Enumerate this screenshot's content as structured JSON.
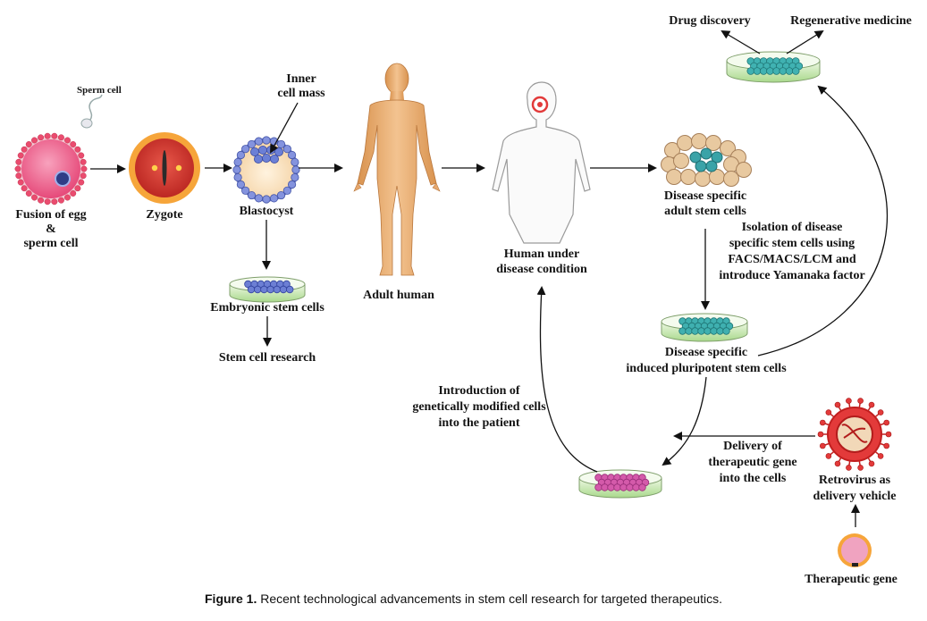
{
  "colors": {
    "egg": "#ee5e86",
    "egg_ring": "#f0c4d0",
    "zygote": "#d9352e",
    "zygote_ring": "#f6a53a",
    "stem_blue": "#5b6fc8",
    "teal": "#3aa3a8",
    "dish": "#bfe3a5",
    "skin": "#e9b27b",
    "pink_cells": "#d24fa8",
    "virus": "#dd2a2a",
    "adult_cell": "#e5c59c"
  },
  "labels": {
    "sperm_cell": "Sperm cell",
    "fusion_line1": "Fusion of egg",
    "fusion_line2": "&",
    "fusion_line3": "sperm cell",
    "zygote": "Zygote",
    "inner_line1": "Inner",
    "inner_line2": "cell mass",
    "blastocyst": "Blastocyst",
    "embryonic": "Embryonic stem cells",
    "stem_research": "Stem cell research",
    "adult_human": "Adult human",
    "human_disease_line1": "Human under",
    "human_disease_line2": "disease condition",
    "drug_discovery": "Drug discovery",
    "regenerative": "Regenerative medicine",
    "dsasc_line1": "Disease specific",
    "dsasc_line2": "adult stem cells",
    "isolation_line1": "Isolation of disease",
    "isolation_line2": "specific stem cells using",
    "isolation_line3": "FACS/MACS/LCM and",
    "isolation_line4": "introduce Yamanaka factor",
    "ipsc_line1": "Disease specific",
    "ipsc_line2": "induced pluripotent stem cells",
    "intro_line1": "Introduction of",
    "intro_line2": "genetically modified cells",
    "intro_line3": "into the patient",
    "delivery_line1": "Delivery of",
    "delivery_line2": "therapeutic gene",
    "delivery_line3": "into the cells",
    "retro_line1": "Retrovirus as",
    "retro_line2": "delivery vehicle",
    "therapeutic_gene": "Therapeutic gene"
  },
  "caption": {
    "label": "Figure 1.",
    "text": " Recent technological advancements in stem cell research for targeted therapeutics."
  }
}
